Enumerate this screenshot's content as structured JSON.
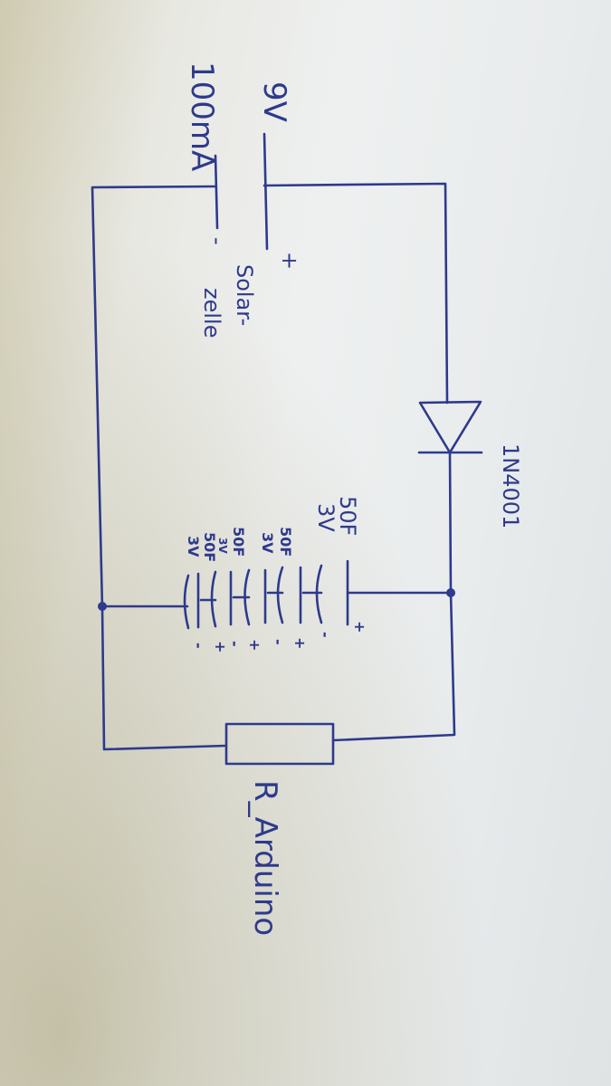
{
  "battery": {
    "voltage": "9V",
    "current": "100mA",
    "plus": "+",
    "minus": "-",
    "name_line1": "Solar-",
    "name_line2": "zelle"
  },
  "diode": {
    "label": "1N4001"
  },
  "capacitors": [
    {
      "capacitance": "50F",
      "voltage": "3V",
      "plus": "+",
      "minus": "-"
    },
    {
      "capacitance": "50F",
      "voltage": "3V",
      "plus": "+",
      "minus": "-"
    },
    {
      "capacitance": "50F",
      "voltage": "3V",
      "plus": "+",
      "minus": "-"
    },
    {
      "capacitance": "50F",
      "voltage": "3V",
      "plus": "+",
      "minus": "-"
    }
  ],
  "load": {
    "label": "R_Arduino"
  }
}
